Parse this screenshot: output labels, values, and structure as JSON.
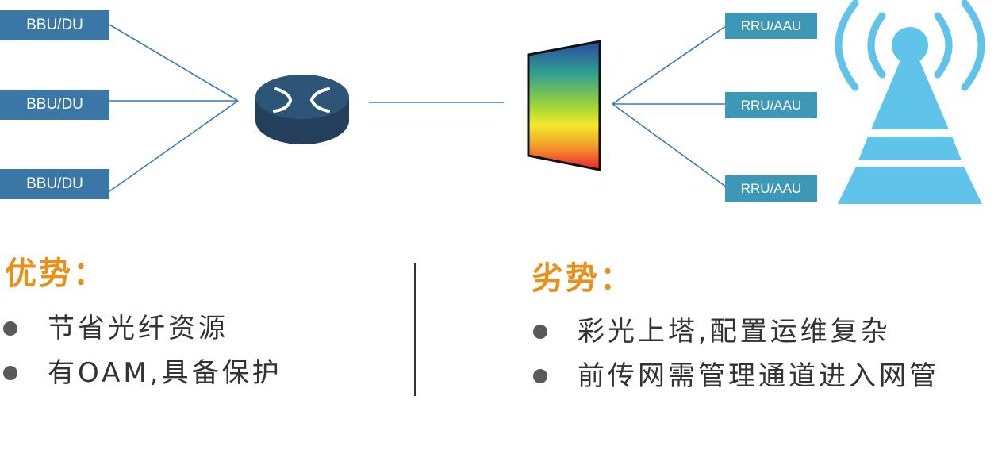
{
  "left_nodes": [
    "BBU/DU",
    "BBU/DU",
    "BBU/DU"
  ],
  "right_nodes": [
    "RRU/AAU",
    "RRU/AAU",
    "RRU/AAU"
  ],
  "colors": {
    "bbu_box": "#3a77a6",
    "rru_box": "#3d97b6",
    "tower": "#5fc3ea",
    "router": "#2d5577",
    "heading": "#e8901a",
    "link": "#3b7bb0"
  },
  "icons": {
    "router": "router-icon",
    "mux": "wdm-mux-icon",
    "tower": "radio-tower-icon"
  },
  "advantages": {
    "heading": "优势：",
    "items": [
      "节省光纤资源",
      "有OAM,具备保护"
    ]
  },
  "disadvantages": {
    "heading": "劣势：",
    "items": [
      "彩光上塔,配置运维复杂",
      "前传网需管理通道进入网管"
    ]
  }
}
